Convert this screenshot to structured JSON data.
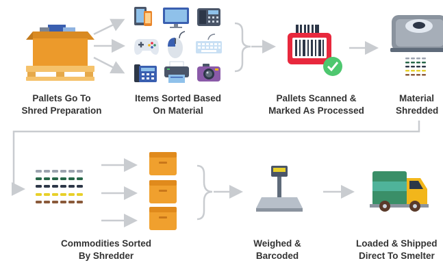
{
  "steps": [
    {
      "line1": "Pallets Go To",
      "line2": "Shred Preparation"
    },
    {
      "line1": "Items Sorted Based",
      "line2": "On Material"
    },
    {
      "line1": "Pallets Scanned &",
      "line2": "Marked As Processed"
    },
    {
      "line1": "Material",
      "line2": "Shredded"
    },
    {
      "line1": "Commodities Sorted",
      "line2": "By Shredder"
    },
    {
      "line1": "Weighed &",
      "line2": "Barcoded"
    },
    {
      "line1": "Loaded & Shipped",
      "line2": "Direct To Smelter"
    }
  ],
  "item_icons": [
    "tablet-phone-icon",
    "monitor-icon",
    "desk-phone-icon",
    "gamepad-icon",
    "mouse-icon",
    "keyboard-icon",
    "fax-icon",
    "printer-icon",
    "camera-icon"
  ],
  "colors": {
    "arrow": "#c9ccd0",
    "text": "#333333",
    "box_orange": "#f0a02e",
    "pallet": "#f5c26b",
    "truck_green": "#3a8f68",
    "truck_teal": "#4fb39a",
    "truck_cab": "#f2b61b",
    "scanner_red": "#e8283d",
    "check_green": "#4ec76f"
  }
}
